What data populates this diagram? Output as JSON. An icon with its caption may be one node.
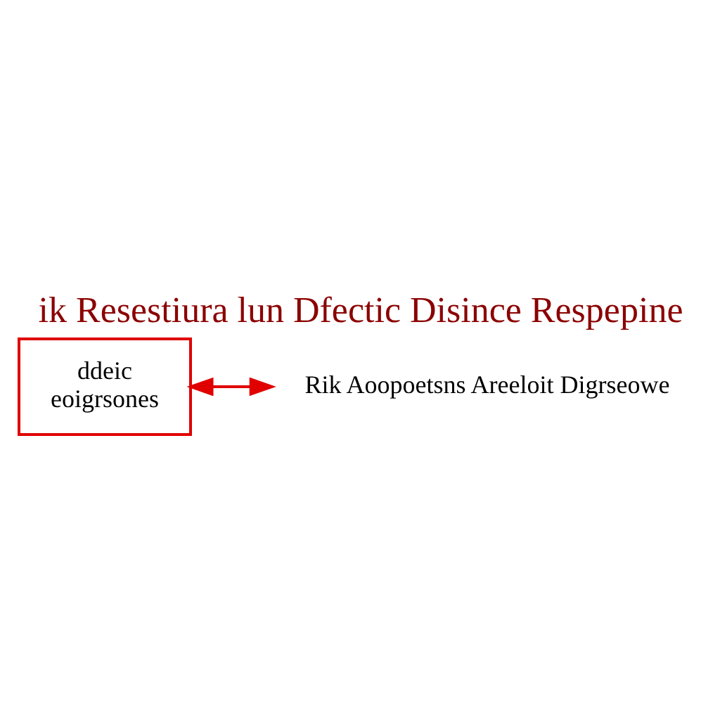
{
  "diagram": {
    "title": "ik Resestiura lun Dfectic Disince Respepine",
    "nodes": [
      {
        "text": [
          "ddeic",
          "eoigrsones"
        ]
      },
      {
        "text": [
          "Rik Aoopoetsns Areeloit Digrseowe"
        ]
      }
    ],
    "edges": [
      {
        "from": 0,
        "to": 1,
        "arrow": "both",
        "color": "#e00000"
      }
    ]
  }
}
